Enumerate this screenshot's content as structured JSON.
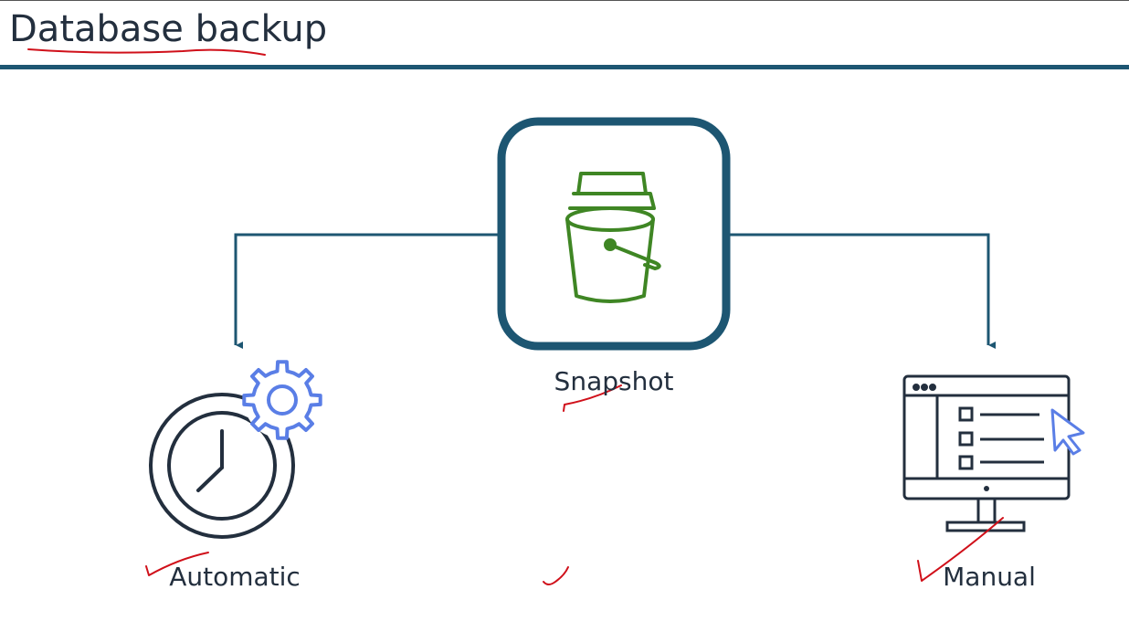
{
  "title": "Database backup",
  "nodes": {
    "center": {
      "label": "Snapshot",
      "icon": "bucket-icon"
    },
    "left": {
      "label": "Automatic",
      "icon": "clock-gear-icon"
    },
    "right": {
      "label": "Manual",
      "icon": "monitor-checklist-icon"
    }
  },
  "colors": {
    "connector": "#1d5672",
    "bucket": "#3f8624",
    "gear": "#5a7ee6",
    "ink": "#232f3e",
    "annotation": "#d0101a"
  }
}
